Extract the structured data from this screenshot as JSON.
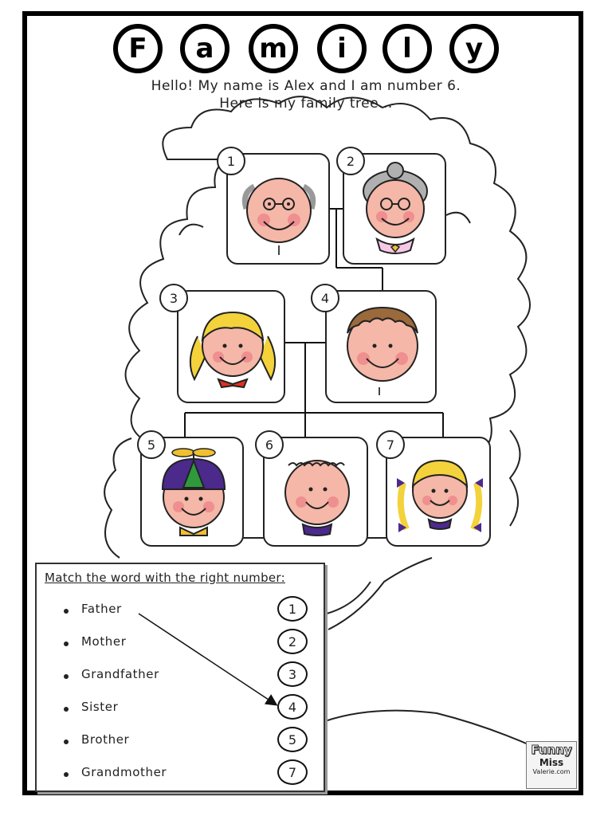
{
  "title_letters": [
    "F",
    "a",
    "m",
    "i",
    "l",
    "y"
  ],
  "intro": {
    "line1": "Hello! My name is Alex and I am number 6.",
    "line2": "Here is my family tree..."
  },
  "members": [
    {
      "number": "1",
      "icon": "grandfather-face-icon"
    },
    {
      "number": "2",
      "icon": "grandmother-face-icon"
    },
    {
      "number": "3",
      "icon": "mother-face-icon"
    },
    {
      "number": "4",
      "icon": "father-face-icon"
    },
    {
      "number": "5",
      "icon": "brother-face-icon"
    },
    {
      "number": "6",
      "icon": "alex-face-icon"
    },
    {
      "number": "7",
      "icon": "sister-face-icon"
    }
  ],
  "match": {
    "title": "Match the word with the right number:",
    "words": [
      "Father",
      "Mother",
      "Grandfather",
      "Sister",
      "Brother",
      "Grandmother"
    ],
    "numbers": [
      "1",
      "2",
      "3",
      "4",
      "5",
      "7"
    ]
  },
  "logo": {
    "line1": "Funny",
    "line2": "Miss",
    "line3": "Valerie.com"
  },
  "colors": {
    "skin": "#f5b7a8",
    "blush": "#ef8f8f",
    "hair_blonde": "#f3d23b",
    "hair_brown": "#9a6a3c",
    "hair_grey": "#b0b0b0",
    "purple": "#4b2a8c",
    "green": "#2f9a3c",
    "red": "#e03020",
    "yellow": "#f0c030"
  }
}
